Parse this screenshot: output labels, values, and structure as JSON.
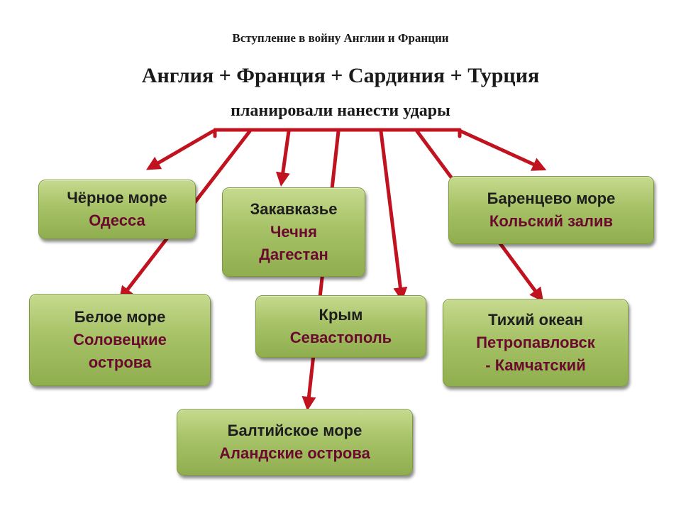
{
  "subtitle": "Вступление в войну Англии и Франции",
  "title": "Англия + Франция + Сардиния + Турция",
  "caption": "планировали нанести удары",
  "colors": {
    "arrow": "#c0121f",
    "box_fill": "#a7c267",
    "box_border": "#7e9a3d",
    "place_text": "#6b0a2e"
  },
  "boxes": [
    {
      "id": "black-sea",
      "line1": "Чёрное море",
      "line2": "Одесса"
    },
    {
      "id": "transcaucasia",
      "line1": "Закавказье",
      "line2": "Чечня",
      "line3": "Дагестан"
    },
    {
      "id": "barents-sea",
      "line1": "Баренцево море",
      "line2": "Кольский залив"
    },
    {
      "id": "white-sea",
      "line1": "Белое море",
      "line2": "Соловецкие",
      "line3": "острова"
    },
    {
      "id": "crimea",
      "line1": "Крым",
      "line2": "Севастополь"
    },
    {
      "id": "pacific",
      "line1": "Тихий океан",
      "line2": "Петропавловск",
      "line3": "- Камчатский"
    },
    {
      "id": "baltic-sea",
      "line1": "Балтийское море",
      "line2": "Аландские острова"
    }
  ]
}
